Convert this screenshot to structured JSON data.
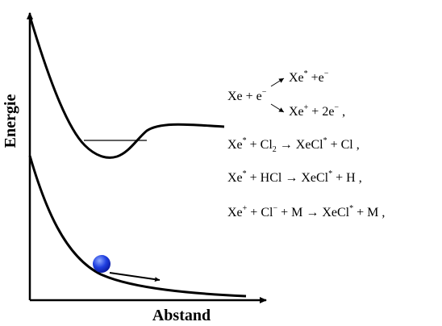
{
  "axes": {
    "y_label": "Energie",
    "x_label": "Abstand"
  },
  "reactions": {
    "r1_left": "Xe + e",
    "r1_left_charge": "−",
    "r1_upper_product": "Xe",
    "r1_upper_product_sup": "*",
    "r1_upper_rest": " +e",
    "r1_upper_rest_sup": "−",
    "r1_lower_product": "Xe",
    "r1_lower_product_sup": "+",
    "r1_lower_rest": " + 2e",
    "r1_lower_rest_sup": "−",
    "r1_lower_end": " ,",
    "r2_a": "Xe",
    "r2_a_sup": "*",
    "r2_b": " + Cl",
    "r2_b_sub": "2",
    "r2_arrow": " → ",
    "r2_c": "XeCl",
    "r2_c_sup": "*",
    "r2_d": " + Cl ,",
    "r3_a": "Xe",
    "r3_a_sup": "*",
    "r3_b": " + HCl → XeCl",
    "r3_b_sup": "*",
    "r3_c": " + H ,",
    "r4_a": "Xe",
    "r4_a_sup": "+",
    "r4_b": " + Cl",
    "r4_b_sup": "−",
    "r4_c": " + M → XeCl",
    "r4_c_sup": "*",
    "r4_d": " + M ,"
  },
  "colors": {
    "curve": "#000000",
    "ball_light": "#8fa9ff",
    "ball_dark": "#0a1aa0"
  }
}
